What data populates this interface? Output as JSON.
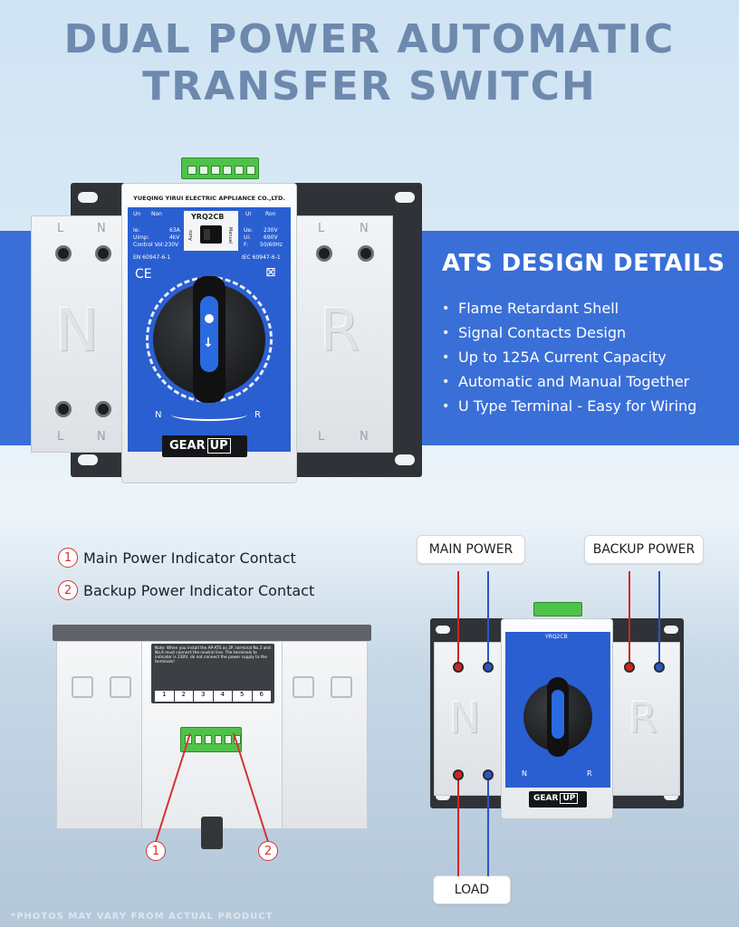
{
  "title": {
    "line1": "DUAL POWER AUTOMATIC",
    "line2": "TRANSFER SWITCH"
  },
  "details": {
    "heading": "ATS DESIGN DETAILS",
    "items": [
      "Flame Retardant Shell",
      "Signal Contacts Design",
      "Up to 125A Current Capacity",
      "Automatic and Manual Together",
      "U Type Terminal - Easy for Wiring"
    ]
  },
  "device": {
    "maker": "YUEQING YIRUI ELECTRIC APPLIANCE CO.,LTD.",
    "model": "YRQ2CB",
    "left_letter": "N",
    "right_letter": "R",
    "terminal_L": "L",
    "terminal_N": "N",
    "spec_left": [
      "Ie:",
      "Uimp:",
      "Control Vol:230V"
    ],
    "spec_left_vals": [
      "63A",
      "4kV"
    ],
    "spec_right": [
      "Ue:",
      "Ui:",
      "F:"
    ],
    "spec_right_vals": [
      "230V",
      "690V",
      "50/60Hz"
    ],
    "standard_left": "EN 60947-6-1",
    "standard_right": "IEC 60947-6-1",
    "auto_label": "Auto",
    "manual_label": "Manual",
    "un_label": "Un",
    "non_label": "Non",
    "ur_label": "Ur",
    "ron_label": "Ron",
    "dial_n": "N",
    "dial_r": "R",
    "brand_gear": "GEAR",
    "brand_up": "UP"
  },
  "indicators": {
    "item1_num": "1",
    "item1_label": "Main Power Indicator Contact",
    "item2_num": "2",
    "item2_label": "Backup Power Indicator Contact"
  },
  "back_view": {
    "note": "Note: When you install the AP-ATS as 3P, terminal No.3 and No.6 must connect the neutral line. The terminals to indicator is 230V, do not connect the power supply to the terminals!",
    "terminals": [
      "1",
      "2",
      "3",
      "4",
      "5",
      "6"
    ],
    "callout1": "1",
    "callout2": "2"
  },
  "wiring": {
    "main_power": "MAIN POWER",
    "backup_power": "BACKUP POWER",
    "load": "LOAD"
  },
  "disclaimer": "*PHOTOS MAY VARY FROM ACTUAL PRODUCT",
  "colors": {
    "title": "#6d89ad",
    "banner": "#3a6fd8",
    "accent_red": "#d63232",
    "wire_red": "#d32424",
    "wire_blue": "#2a55c9"
  }
}
